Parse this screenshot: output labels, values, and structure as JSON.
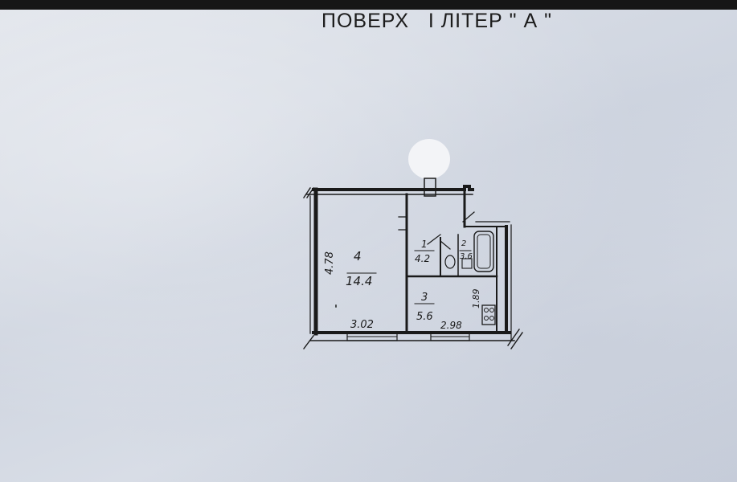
{
  "header": {
    "title": "ПОВЕРХ   І ЛІТЕР \" А \""
  },
  "rooms": [
    {
      "number": "4",
      "area": "14.4"
    },
    {
      "number": "1",
      "area": "4.2"
    },
    {
      "number": "2",
      "area": "3.6"
    },
    {
      "number": "3",
      "area": "5.6"
    }
  ],
  "dimensions": {
    "left_height": "4.78",
    "bottom_left_width": "3.02",
    "bottom_right_width": "2.98",
    "kitchen_height": "1.89"
  },
  "colors": {
    "ink": "#1a1a1a",
    "paper": "#d2d7e1",
    "stamp": "#f3f4f7"
  }
}
